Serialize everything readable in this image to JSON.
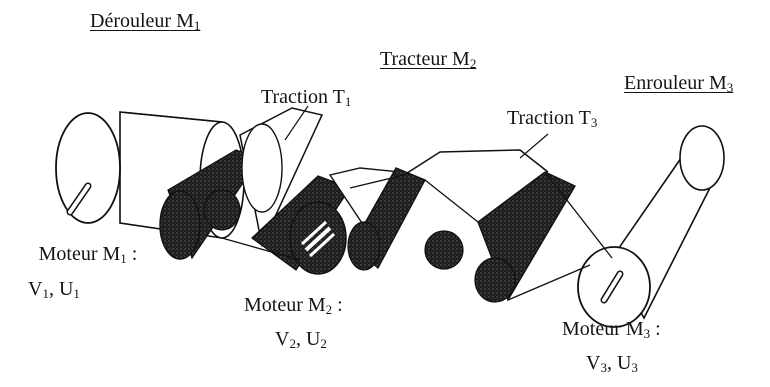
{
  "labels": {
    "unwinder_title": "Dérouleur M",
    "unwinder_sub": "1",
    "puller_title": "Tracteur M",
    "puller_sub": "2",
    "winder_title": "Enrouleur M",
    "winder_sub": "3",
    "traction_1": "Traction T",
    "traction_1_sub": "1",
    "traction_3": "Traction T",
    "traction_3_sub": "3",
    "motor_1": "Moteur M",
    "motor_1_sub": "1",
    "motor_1_suffix": " :",
    "motor_1_vars_a": "V",
    "motor_1_vars_a_sub": "1",
    "motor_1_vars_b": ", U",
    "motor_1_vars_b_sub": "1",
    "motor_2": "Moteur M",
    "motor_2_sub": "2",
    "motor_2_suffix": " :",
    "motor_2_vars_a": "V",
    "motor_2_vars_a_sub": "2",
    "motor_2_vars_b": ", U",
    "motor_2_vars_b_sub": "2",
    "motor_3": "Moteur M",
    "motor_3_sub": "3",
    "motor_3_suffix": " :",
    "motor_3_vars_a": "V",
    "motor_3_vars_a_sub": "3",
    "motor_3_vars_b": ", U",
    "motor_3_vars_b_sub": "3"
  }
}
